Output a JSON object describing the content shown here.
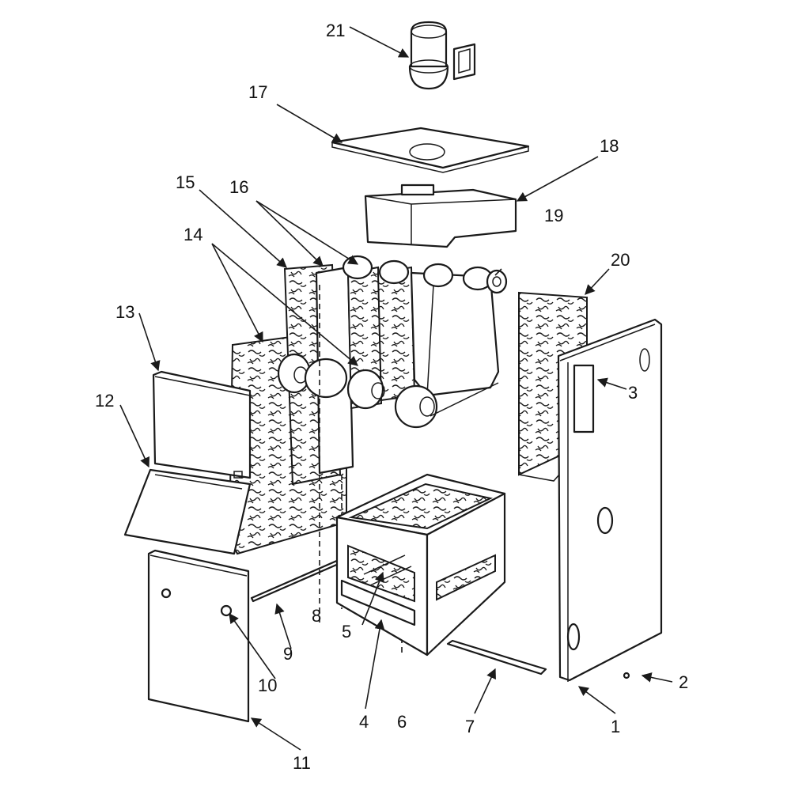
{
  "diagram": {
    "colors": {
      "line": "#1a1a1a",
      "background": "#ffffff"
    },
    "callouts": [
      {
        "id": "c1",
        "label": "1"
      },
      {
        "id": "c2",
        "label": "2"
      },
      {
        "id": "c3",
        "label": "3"
      },
      {
        "id": "c4",
        "label": "4"
      },
      {
        "id": "c5",
        "label": "5"
      },
      {
        "id": "c6",
        "label": "6"
      },
      {
        "id": "c7",
        "label": "7"
      },
      {
        "id": "c8",
        "label": "8"
      },
      {
        "id": "c9",
        "label": "9"
      },
      {
        "id": "c10",
        "label": "10"
      },
      {
        "id": "c11",
        "label": "11"
      },
      {
        "id": "c12",
        "label": "12"
      },
      {
        "id": "c13",
        "label": "13"
      },
      {
        "id": "c14",
        "label": "14"
      },
      {
        "id": "c15",
        "label": "15"
      },
      {
        "id": "c16",
        "label": "16"
      },
      {
        "id": "c17",
        "label": "17"
      },
      {
        "id": "c18",
        "label": "18"
      },
      {
        "id": "c19",
        "label": "19"
      },
      {
        "id": "c20",
        "label": "20"
      },
      {
        "id": "c21",
        "label": "21"
      }
    ]
  }
}
